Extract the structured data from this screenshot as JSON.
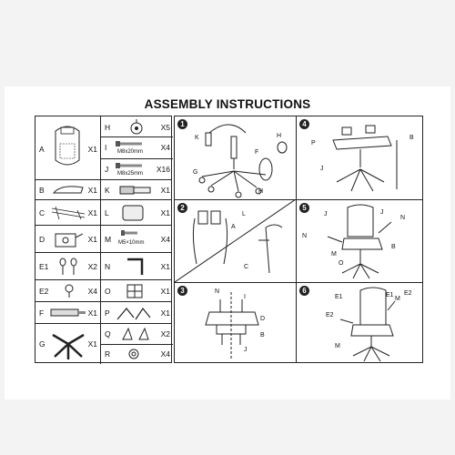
{
  "title": "ASSEMBLY INSTRUCTIONS",
  "parts": [
    {
      "left": "A",
      "left_qty": "X1",
      "right": "H",
      "right_qty": "X5"
    },
    {
      "left": "",
      "left_qty": "",
      "right": "I",
      "right_qty": "X4",
      "right_spec": "M8x20mm"
    },
    {
      "left": "",
      "left_qty": "",
      "right": "J",
      "right_qty": "X16",
      "right_spec": "M8x25mm"
    },
    {
      "left": "B",
      "left_qty": "X1",
      "right": "K",
      "right_qty": "X1"
    },
    {
      "left": "C",
      "left_qty": "X1",
      "right": "L",
      "right_qty": "X1"
    },
    {
      "left": "D",
      "left_qty": "X1",
      "right": "M",
      "right_qty": "X4",
      "right_spec": "M5×10mm"
    },
    {
      "left": "E1",
      "left_qty": "X2",
      "right": "N",
      "right_qty": "X1"
    },
    {
      "left": "E2",
      "left_qty": "X4",
      "right": "O",
      "right_qty": "X1"
    },
    {
      "left": "F",
      "left_qty": "X1",
      "right": "P",
      "right_qty": "X1"
    },
    {
      "left": "G",
      "left_qty": "X1",
      "right": "Q",
      "right_qty": "X2"
    },
    {
      "left": "",
      "left_qty": "",
      "right": "R",
      "right_qty": "X4"
    }
  ],
  "steps": [
    {
      "number": "1",
      "labels": [
        "K",
        "H",
        "F",
        "G",
        "H"
      ]
    },
    {
      "number": "4",
      "labels": [
        "P",
        "B",
        "J"
      ]
    },
    {
      "number": "2",
      "labels": [
        "L",
        "A",
        "C"
      ]
    },
    {
      "number": "5",
      "labels": [
        "J",
        "N",
        "N",
        "J",
        "M",
        "O",
        "B"
      ]
    },
    {
      "number": "3",
      "labels": [
        "N",
        "I",
        "D",
        "B",
        "J"
      ]
    },
    {
      "number": "6",
      "labels": [
        "E1",
        "E1",
        "M",
        "E2",
        "E2",
        "M"
      ]
    }
  ]
}
